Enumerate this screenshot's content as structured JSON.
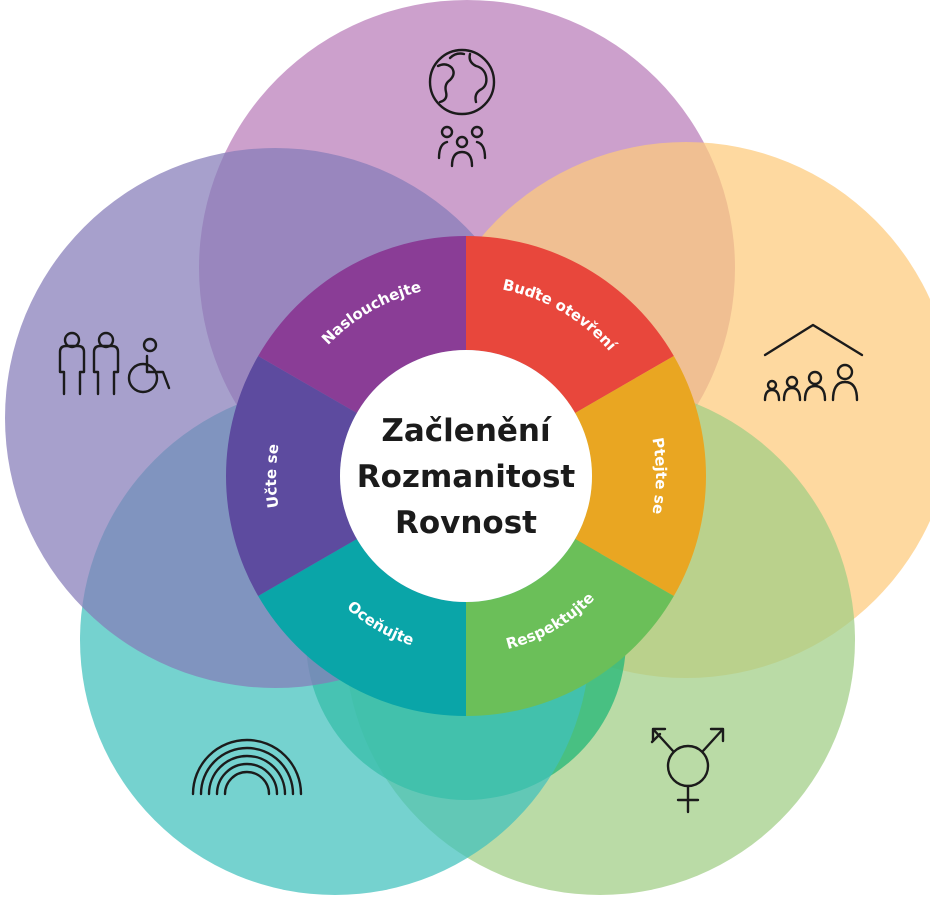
{
  "circles": [
    {
      "id": "top",
      "color": "#b97cb8",
      "icon": "globe-people-icon"
    },
    {
      "id": "upper-right",
      "color": "#fdcb7b",
      "icon": "house-family-icon"
    },
    {
      "id": "lower-right",
      "color": "#9fcd83",
      "icon": "transgender-symbol-icon"
    },
    {
      "id": "bottom",
      "color": "#1cb575",
      "icon": "none"
    },
    {
      "id": "lower-left",
      "color": "#40c1bd",
      "icon": "rainbow-icon"
    },
    {
      "id": "upper-left",
      "color": "#857bb9",
      "icon": "people-wheelchair-icon"
    }
  ],
  "ring_segments": [
    {
      "label": "Buďte otevření",
      "color": "#e8473c"
    },
    {
      "label": "Ptejte se",
      "color": "#e9a622"
    },
    {
      "label": "Respektujte",
      "color": "#6bbf59"
    },
    {
      "label": "Oceňujte",
      "color": "#0aa5a8"
    },
    {
      "label": "Učte se",
      "color": "#5d4b9f"
    },
    {
      "label": "Naslouchejte",
      "color": "#8a3d96"
    }
  ],
  "center": {
    "line1": "Začlenění",
    "line2": "Rozmanitost",
    "line3": "Rovnost"
  }
}
